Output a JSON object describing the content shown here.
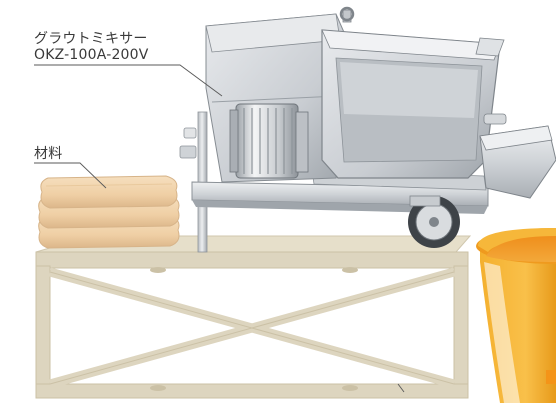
{
  "labels": {
    "mixer_line1": "グラウトミキサー",
    "mixer_line2": "OKZ-100A-200V",
    "material": "材料"
  },
  "colors": {
    "platform_frame": "#ddd5c0",
    "platform_inner": "#efe9da",
    "steel_light": "#dfe1e4",
    "steel_mid": "#bfc3c7",
    "steel_dark": "#8f959b",
    "bag": "#f1d4ae",
    "bag_shadow": "#d9b88f",
    "tank_orange": "#ef9a1e",
    "tank_yellow": "#f8bd3d",
    "tank_rim": "#e8a21c"
  }
}
